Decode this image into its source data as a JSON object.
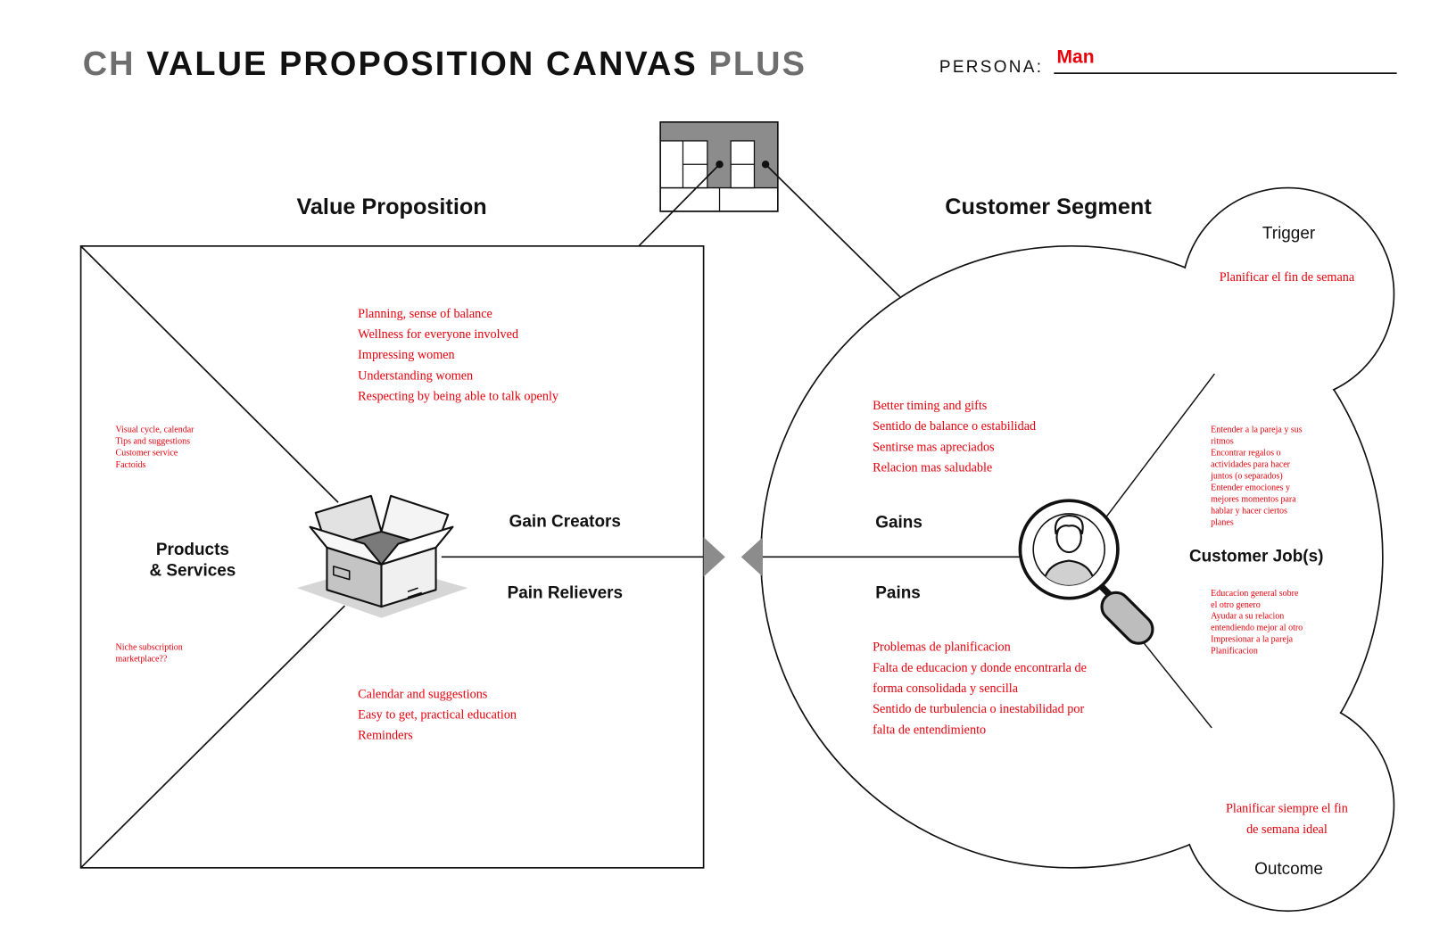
{
  "title": {
    "prefix": "CH",
    "main": "VALUE PROPOSITION CANVAS",
    "suffix": "PLUS"
  },
  "persona": {
    "label": "PERSONA:",
    "value": "Man"
  },
  "value_proposition": {
    "heading": "Value Proposition",
    "products_services": {
      "label_lines": [
        "Products",
        "& Services"
      ],
      "notes_top": [
        "Visual cycle, calendar",
        "Tips and suggestions",
        "Customer service",
        "Factoids"
      ],
      "notes_bottom": [
        "Niche subscription",
        "marketplace??"
      ]
    },
    "gain_creators": {
      "label": "Gain Creators",
      "items": [
        "Planning, sense of balance",
        "Wellness for everyone involved",
        "Impressing women",
        "Understanding women",
        "Respecting by being able to talk openly"
      ]
    },
    "pain_relievers": {
      "label": "Pain Relievers",
      "items": [
        "Calendar and suggestions",
        "Easy to get, practical education",
        "Reminders"
      ]
    }
  },
  "customer_segment": {
    "heading": "Customer Segment",
    "trigger": {
      "label": "Trigger",
      "items": [
        "Planificar el fin de semana"
      ]
    },
    "gains": {
      "label": "Gains",
      "items": [
        "Better timing and gifts",
        "Sentido de balance o estabilidad",
        "Sentirse mas apreciados",
        "Relacion mas saludable"
      ]
    },
    "pains": {
      "label": "Pains",
      "items": [
        "Problemas de planificacion",
        "Falta de educacion y donde encontrarla de",
        "forma consolidada y sencilla",
        "Sentido de turbulencia o inestabilidad por",
        "falta de entendimiento"
      ]
    },
    "customer_jobs": {
      "label": "Customer Job(s)",
      "items_top": [
        "Entender a la pareja y sus",
        "ritmos",
        "Encontrar regalos o",
        "actividades para hacer",
        "juntos (o separados)",
        "Entender emociones y",
        "mejores momentos para",
        "hablar y hacer ciertos",
        "planes"
      ],
      "items_bottom": [
        "Educacion general sobre",
        "el otro genero",
        "Ayudar a su relacion",
        "entendiendo mejor al otro",
        "Impresionar a la pareja",
        "Planificacion"
      ]
    },
    "outcome": {
      "label": "Outcome",
      "items": [
        "Planificar siempre el fin",
        "de semana ideal"
      ]
    }
  },
  "icons": {
    "canvas": "business-model-canvas-icon",
    "products": "open-box-icon",
    "customer": "magnifier-person-icon",
    "fit_arrows": "triangle-arrow-icon"
  },
  "colors": {
    "accent_red": "#e8000b",
    "ink": "#111111",
    "title_gray": "#6e6e6e",
    "icon_gray": "#8c8c8c"
  }
}
